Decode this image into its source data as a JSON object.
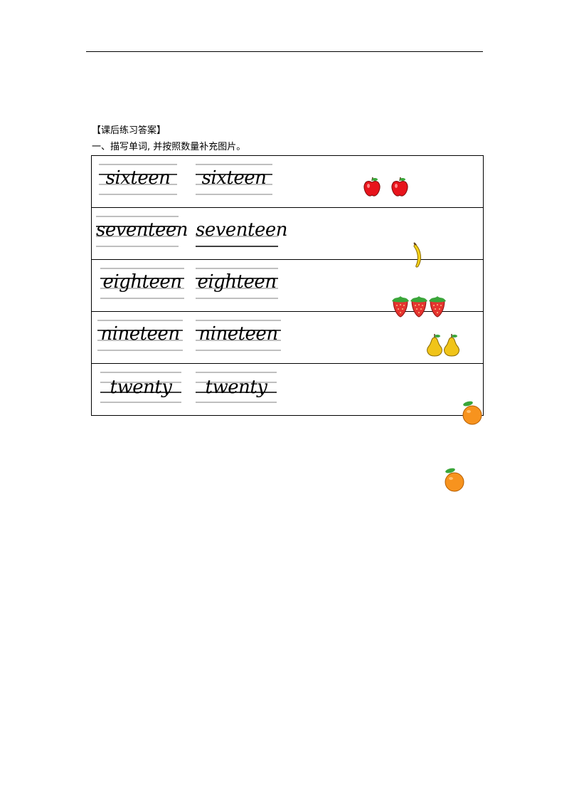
{
  "document": {
    "heading": "【课后练习答案】",
    "instruction": "一、描写单词, 并按照数量补充图片。"
  },
  "rows": [
    {
      "word": "sixteen",
      "fruit": "apple-icon",
      "count": 2
    },
    {
      "word": "seventeen",
      "fruit": "banana-icon",
      "count": 1
    },
    {
      "word": "eighteen",
      "fruit": "strawberry-icon",
      "count": 3
    },
    {
      "word": "nineteen",
      "fruit": "pear-icon",
      "count": 2
    },
    {
      "word": "twenty",
      "fruit": "orange-icon",
      "count": 1
    }
  ],
  "extra_fruit": "orange-icon",
  "colors": {
    "apple": "#e8141c",
    "banana": "#f6d21a",
    "strawberry": "#e5342f",
    "pear": "#f0c419",
    "orange": "#f7931e",
    "leaf": "#3aa63a"
  }
}
